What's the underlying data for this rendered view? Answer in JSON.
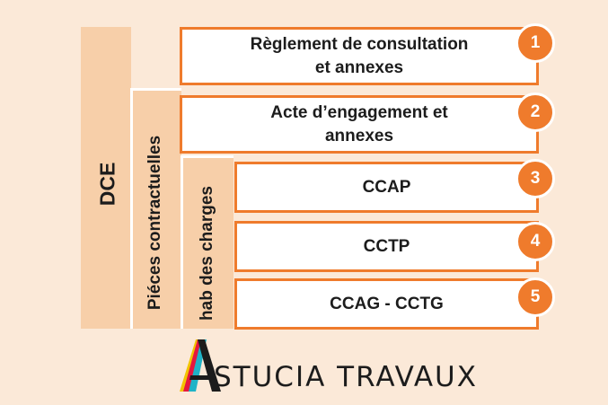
{
  "columns": {
    "dce": "DCE",
    "pieces": "Piéces contractuelles",
    "cahier": "hab des charges"
  },
  "items": [
    {
      "number": "1",
      "label": "Règlement de consultation\net annexes"
    },
    {
      "number": "2",
      "label": "Acte d’engagement et\nannexes"
    },
    {
      "number": "3",
      "label": "CCAP"
    },
    {
      "number": "4",
      "label": "CCTP"
    },
    {
      "number": "5",
      "label": "CCAG - CCTG"
    }
  ],
  "logo": {
    "text": "STUCIA TRAVAUX",
    "full_name": "ASTUCIA TRAVAUX"
  },
  "colors": {
    "accent": "#ef7b2c",
    "band": "#f7cfa9",
    "background": "#fbe9d8"
  }
}
